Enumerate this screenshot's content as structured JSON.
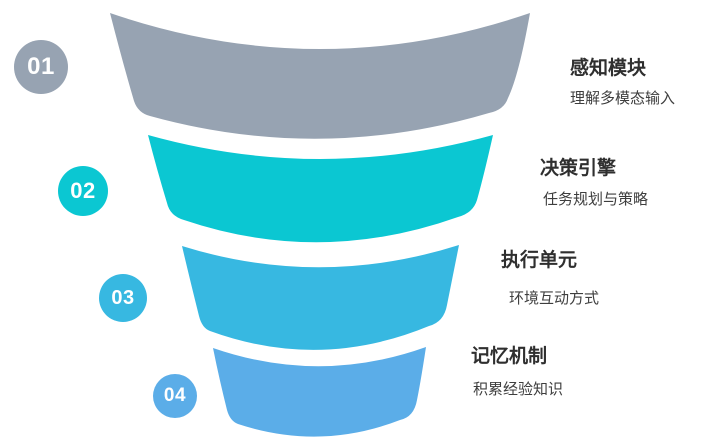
{
  "page": {
    "background": "#FFFFFF",
    "type": "funnel-infographic"
  },
  "funnel": {
    "sections": [
      {
        "number": "01",
        "title": "感知模块",
        "subtitle": "理解多模态输入",
        "color": "#97A3B2"
      },
      {
        "number": "02",
        "title": "决策引擎",
        "subtitle": "任务规划与策略",
        "color": "#0BC7D2"
      },
      {
        "number": "03",
        "title": "执行单元",
        "subtitle": "环境互动方式",
        "color": "#37B8E1"
      },
      {
        "number": "04",
        "title": "记忆机制",
        "subtitle": "积累经验知识",
        "color": "#5BADE8"
      }
    ],
    "title_text_color": "#2F2F2F",
    "subtitle_text_color": "#3E3E3E",
    "badge_text_color": "#FFFFFF"
  }
}
